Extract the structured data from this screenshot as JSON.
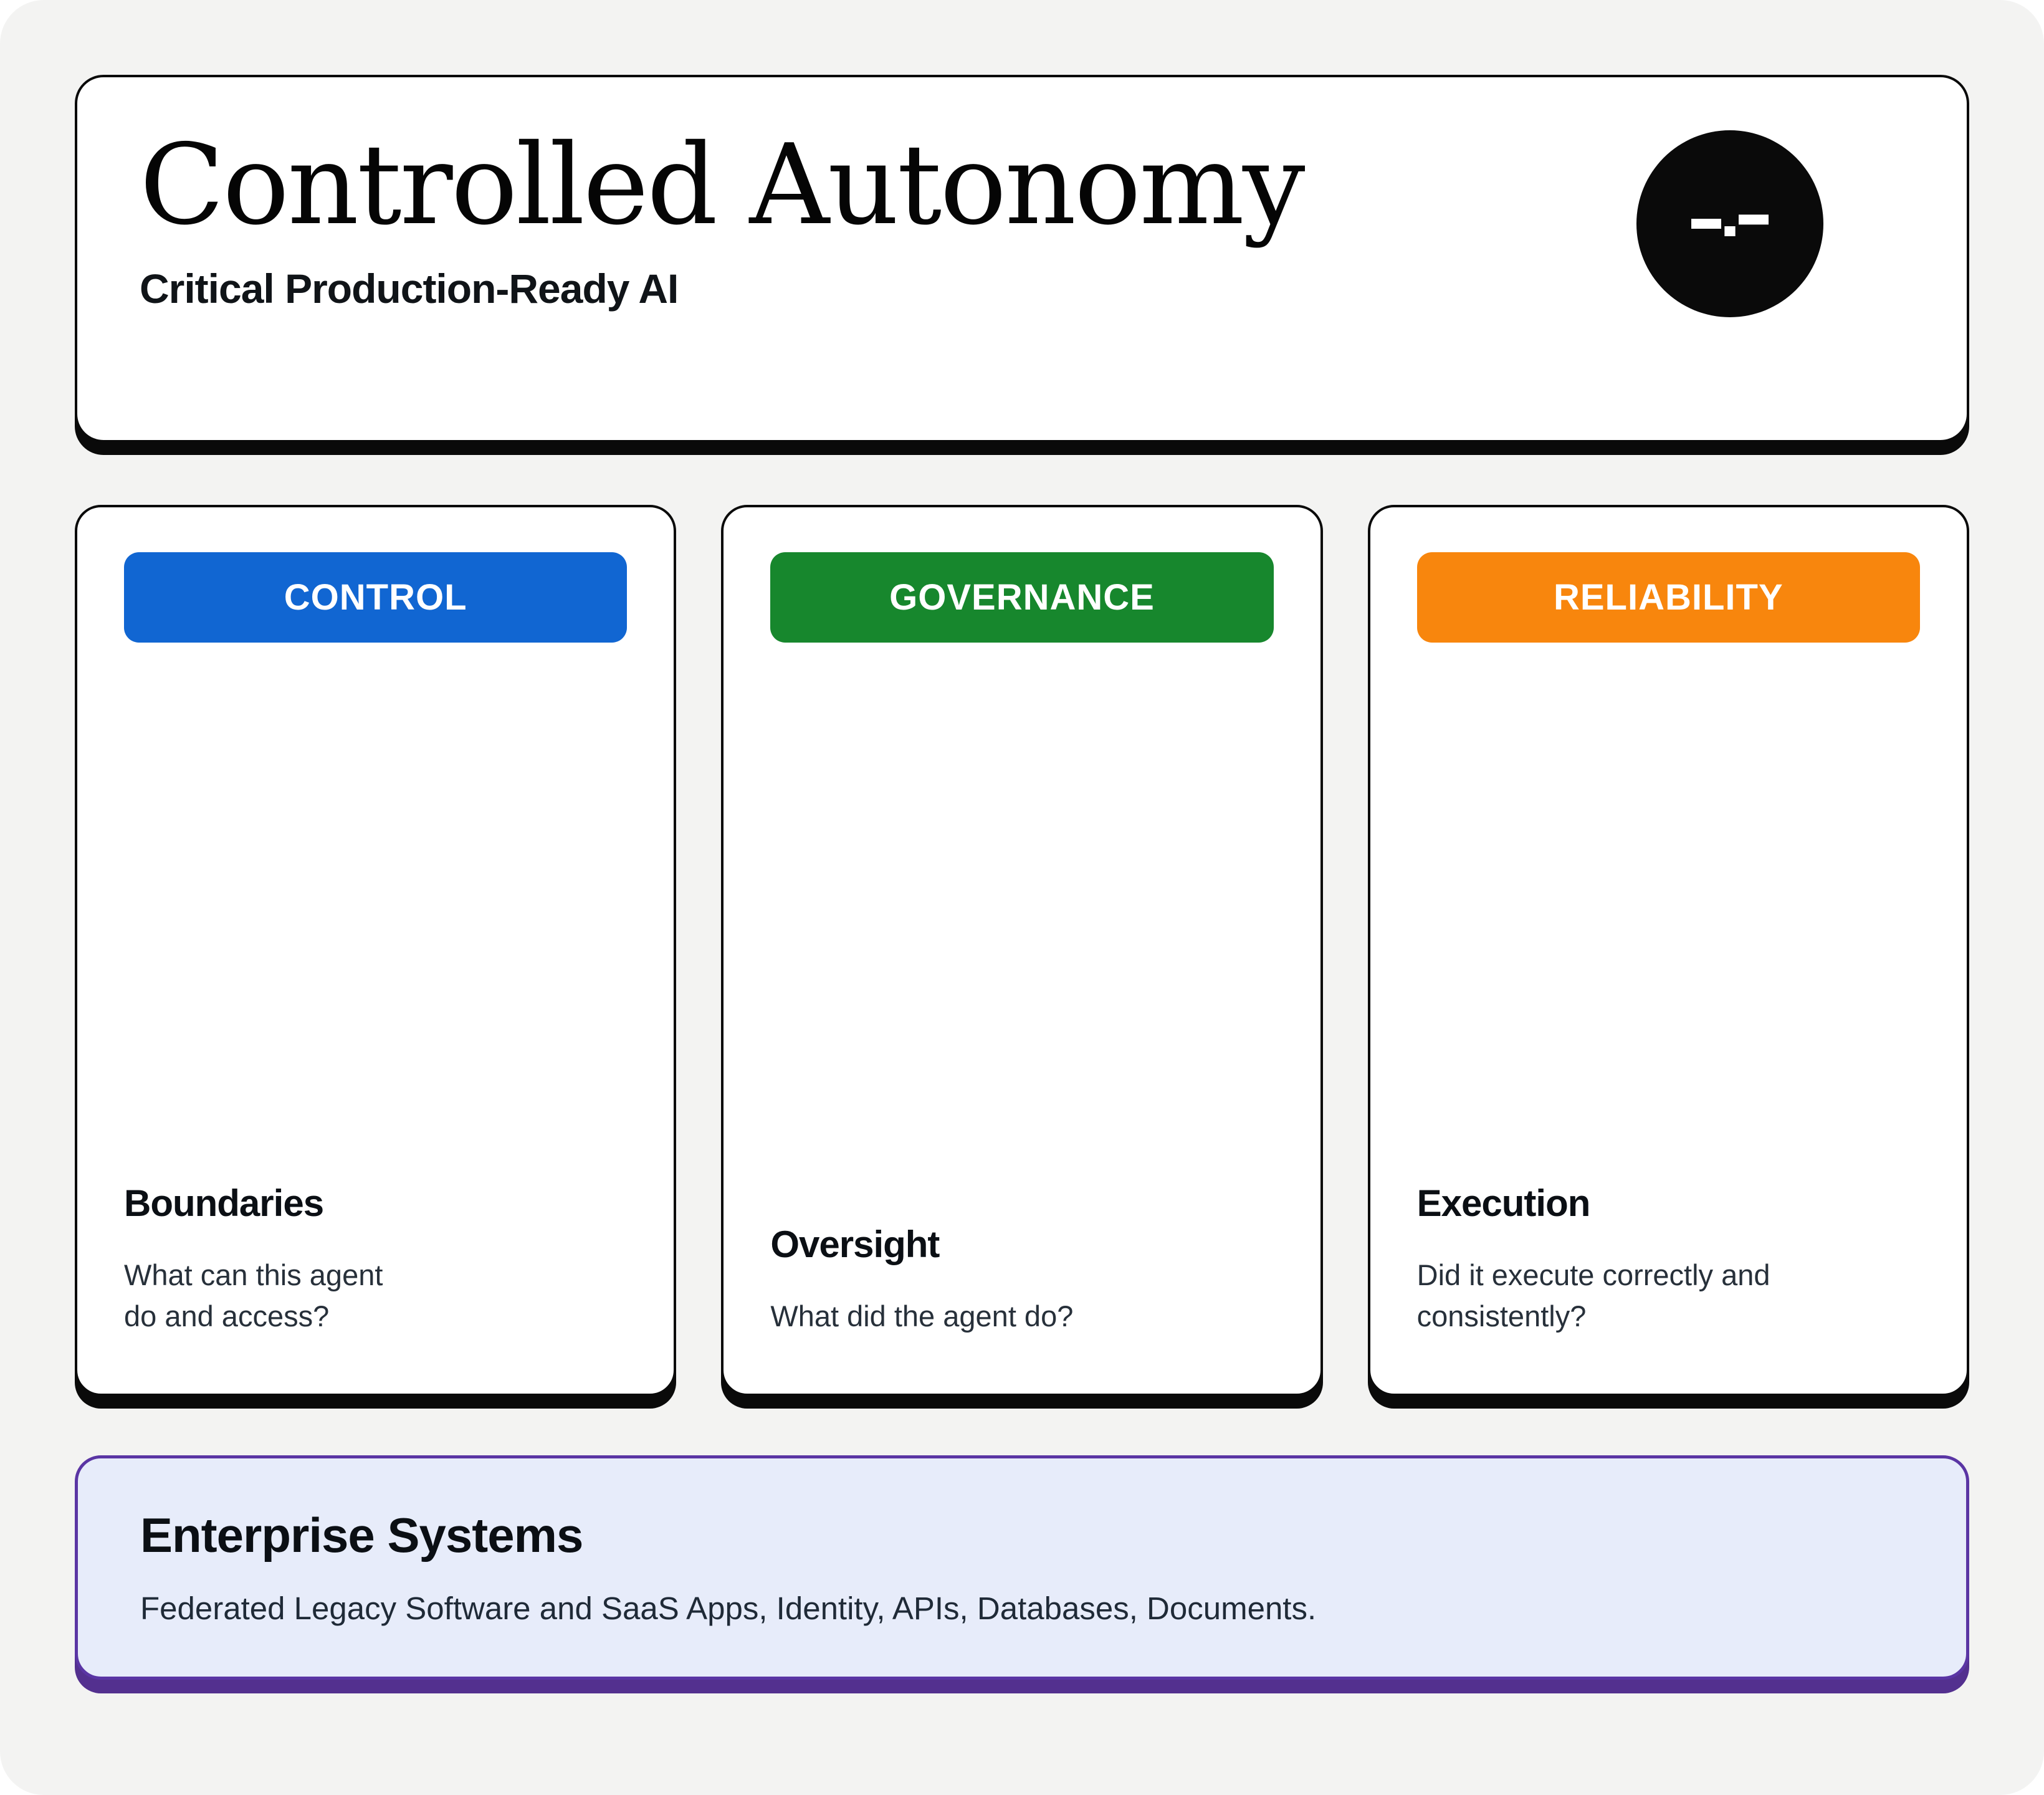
{
  "header": {
    "title": "Controlled Autonomy",
    "subtitle": "Critical Production-Ready AI",
    "logo_icon": "signal-dash-logo"
  },
  "pillars": [
    {
      "badge": "CONTROL",
      "badge_color": "#1166d2",
      "heading": "Boundaries",
      "body": "What can this agent\ndo and access?"
    },
    {
      "badge": "GOVERNANCE",
      "badge_color": "#17872d",
      "heading": "Oversight",
      "body": "What did the agent do?"
    },
    {
      "badge": "RELIABILITY",
      "badge_color": "#f8860d",
      "heading": "Execution",
      "body": "Did it execute correctly and\nconsistently?"
    }
  ],
  "enterprise": {
    "title": "Enterprise Systems",
    "body": "Federated Legacy Software and SaaS Apps, Identity, APIs, Databases, Documents.",
    "background": "#e7ecfa",
    "border_color": "#5a35a4",
    "shadow_color": "#53308f"
  }
}
